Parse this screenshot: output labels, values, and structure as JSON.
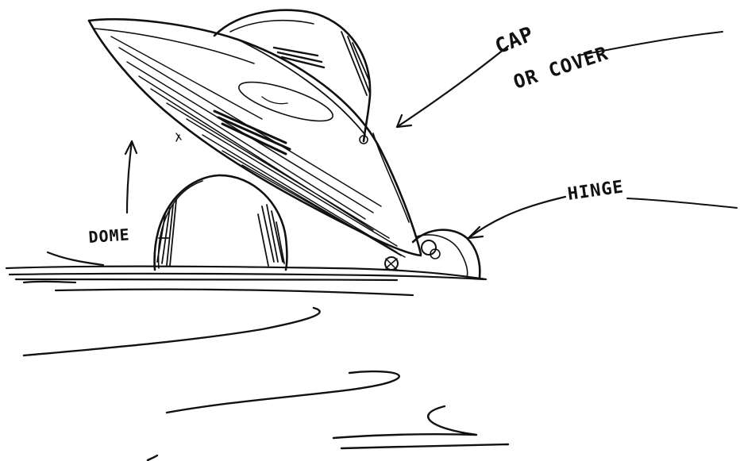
{
  "labels": {
    "cap_line1": "CAP",
    "cap_line2": "OR COVER",
    "hinge": "HINGE",
    "dome": "DOME"
  },
  "ink_color": "#111111",
  "background_color": "#ffffff"
}
